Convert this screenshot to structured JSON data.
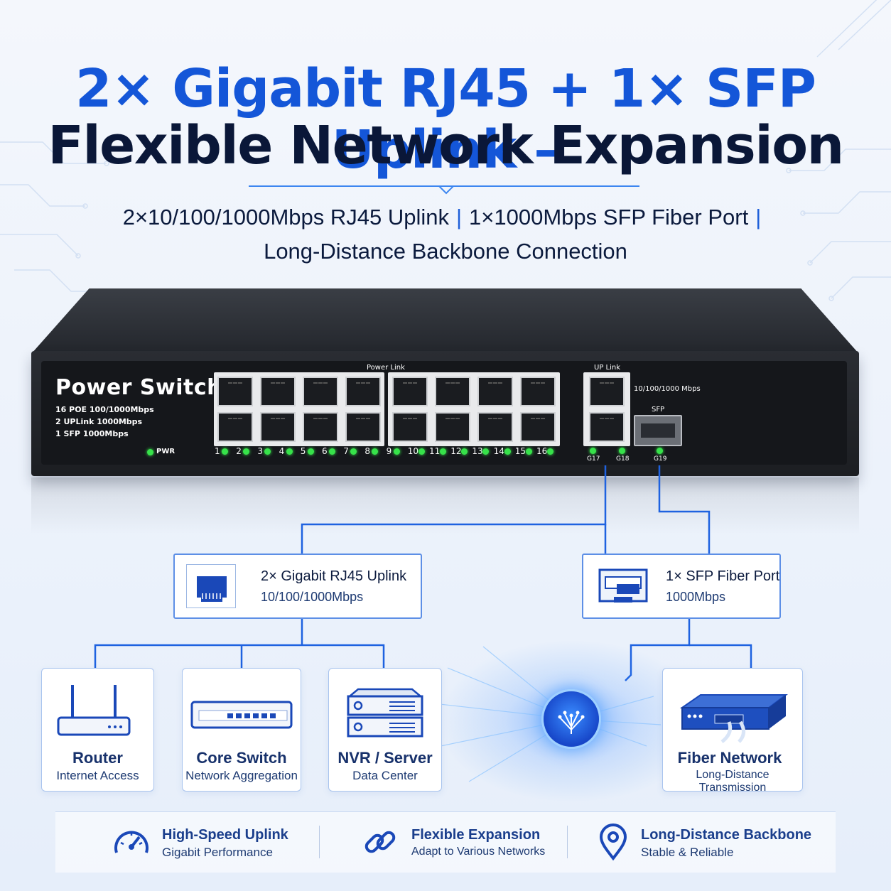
{
  "headline": {
    "line1": "2× Gigabit RJ45 + 1× SFP Uplink –",
    "line2": "Flexible Network Expansion"
  },
  "subtitle": {
    "part1": "2×10/100/1000Mbps RJ45 Uplink",
    "sep": "|",
    "part2": "1×1000Mbps SFP Fiber Port",
    "line2": "Long-Distance Backbone Connection"
  },
  "switch": {
    "name": "Power Switch",
    "specs": [
      "16 POE 100/1000Mbps",
      "2 UPLink 1000Mbps",
      "1 SFP 1000Mbps"
    ],
    "pwr_label": "PWR",
    "power_link_label": "Power Link",
    "uplink_label": "UP Link",
    "uplink_speed": "10/100/1000 Mbps",
    "sfp_label": "SFP",
    "port_numbers": [
      "1",
      "2",
      "3",
      "4",
      "5",
      "6",
      "7",
      "8",
      "9",
      "10",
      "11",
      "12",
      "13",
      "14",
      "15",
      "16"
    ],
    "uplink_ports": [
      "G17",
      "G18",
      "G19"
    ]
  },
  "uplink_boxes": [
    {
      "title": "2× Gigabit RJ45 Uplink",
      "sub": "10/100/1000Mbps",
      "icon": "rj45-port-icon"
    },
    {
      "title": "1× SFP Fiber Port",
      "sub": "1000Mbps",
      "icon": "sfp-module-icon"
    }
  ],
  "devices": [
    {
      "title": "Router",
      "sub": "Internet Access",
      "icon": "router-icon"
    },
    {
      "title": "Core Switch",
      "sub": "Network Aggregation",
      "icon": "core-switch-icon"
    },
    {
      "title": "NVR / Server",
      "sub": "Data Center",
      "icon": "server-icon"
    },
    {
      "title": "Fiber Network",
      "sub": "Long-Distance Transmission",
      "icon": "fiber-network-icon"
    }
  ],
  "features": [
    {
      "title": "High-Speed Uplink",
      "sub": "Gigabit Performance",
      "icon": "speedometer-icon"
    },
    {
      "title": "Flexible Expansion",
      "sub": "Adapt to Various Networks",
      "icon": "link-chain-icon"
    },
    {
      "title": "Long-Distance Backbone",
      "sub": "Stable & Reliable",
      "icon": "location-pin-icon"
    }
  ],
  "colors": {
    "accent": "#1456d8",
    "dark_text": "#0a1738",
    "led_green": "#37e24a",
    "line_blue": "#1e62e0"
  }
}
